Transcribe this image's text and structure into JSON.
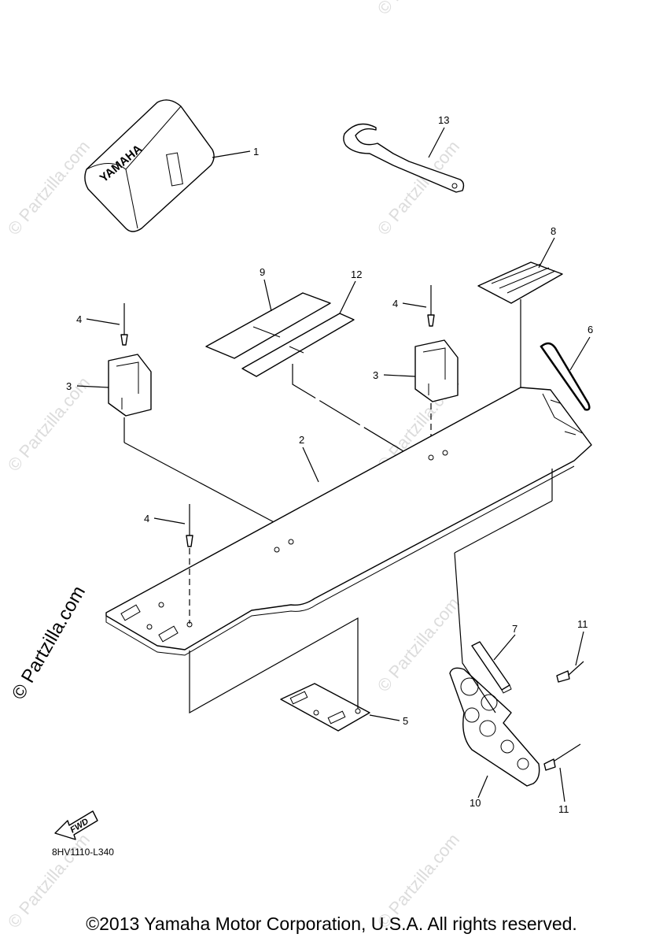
{
  "diagram": {
    "drawing_code": "8HV1110-L340",
    "fwd_label": "FWD",
    "brand_label": "YAMAHA",
    "copyright": "©2013 Yamaha Motor Corporation, U.S.A. All rights reserved.",
    "watermark_main": "© Partzilla.com",
    "watermark_faint": "© Partzilla.com",
    "callouts": {
      "c1": "1",
      "c2": "2",
      "c3a": "3",
      "c3b": "3",
      "c4a": "4",
      "c4b": "4",
      "c4c": "4",
      "c5": "5",
      "c6": "6",
      "c7": "7",
      "c8": "8",
      "c9": "9",
      "c10": "10",
      "c11a": "11",
      "c11b": "11",
      "c12": "12",
      "c13": "13"
    }
  }
}
